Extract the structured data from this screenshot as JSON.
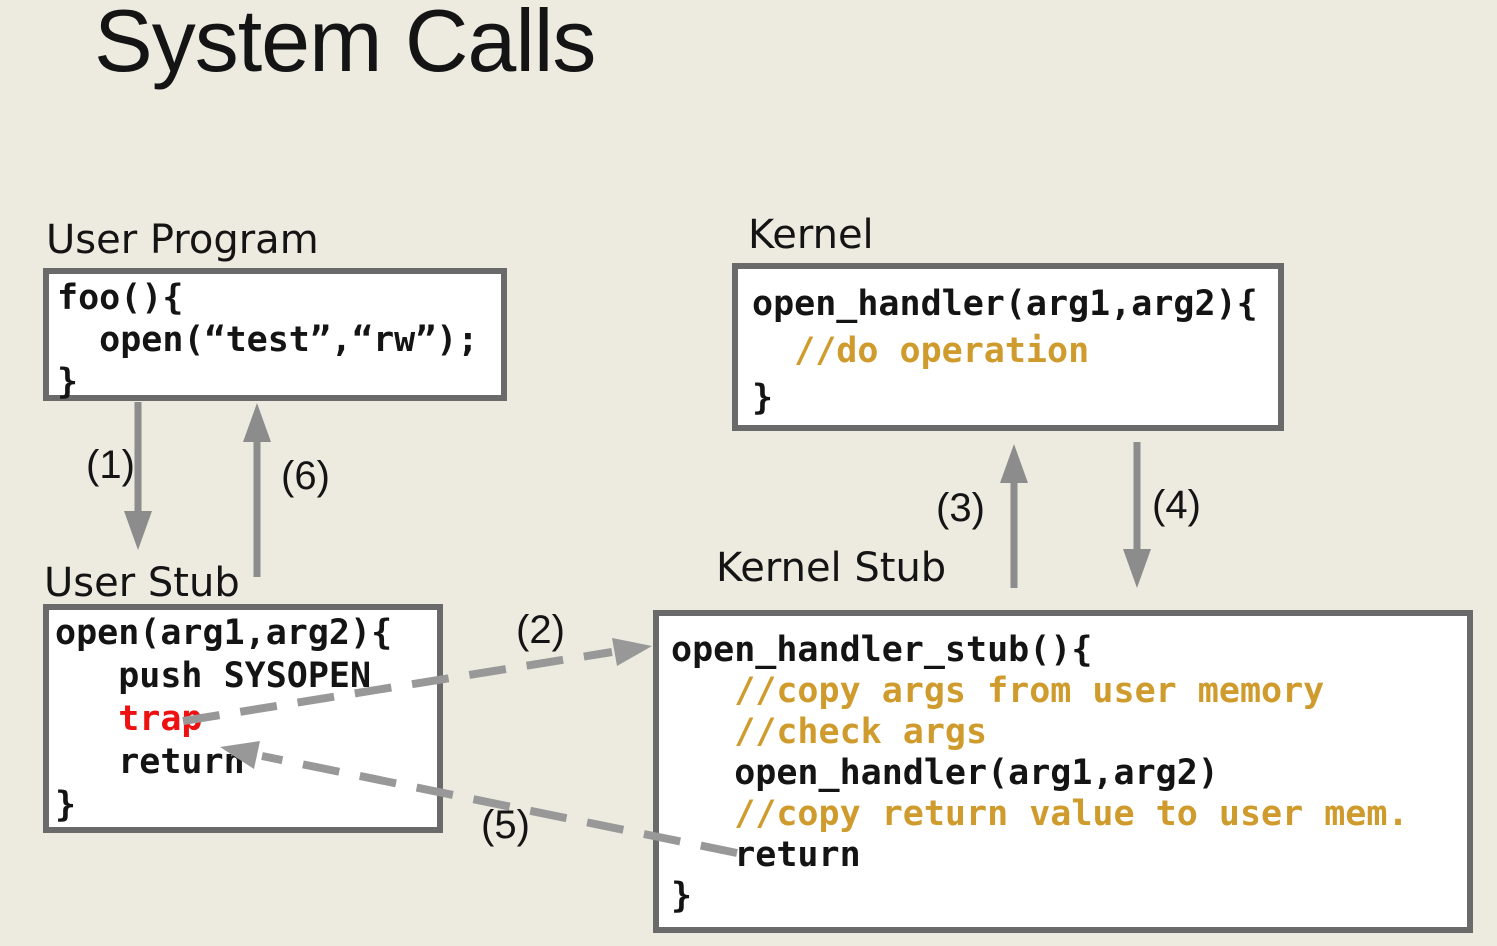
{
  "slide": {
    "title": "System Calls"
  },
  "colors": {
    "background": "#edeae0",
    "box_fill": "#ffffff",
    "box_border": "#6a6a6a",
    "code_text": "#141414",
    "comment_text": "#cf9b2d",
    "trap_text": "#ee1111",
    "label_text": "#141414",
    "arrow_solid": "#8c8c8c",
    "arrow_dashed": "#989898"
  },
  "boxes": {
    "user_program": {
      "label": "User Program",
      "code": [
        "foo(){",
        "  open(“test”,“rw”);",
        "}"
      ]
    },
    "kernel": {
      "label": "Kernel",
      "code": [
        "open_handler(arg1,arg2){",
        "  //do operation",
        "}"
      ]
    },
    "user_stub": {
      "label": "User Stub",
      "code": [
        "open(arg1,arg2){",
        "   push SYSOPEN",
        "   trap",
        "   return",
        "}"
      ]
    },
    "kernel_stub": {
      "label": "Kernel Stub",
      "code": [
        "open_handler_stub(){",
        "   //copy args from user memory",
        "   //check args",
        "   open_handler(arg1,arg2)",
        "   //copy return value to user mem.",
        "   return",
        "}"
      ]
    }
  },
  "arrows": [
    {
      "label": "(1)",
      "style": "solid",
      "from": "user-program",
      "to": "user-stub"
    },
    {
      "label": "(2)",
      "style": "dashed",
      "from": "user-stub-trap",
      "to": "kernel-stub"
    },
    {
      "label": "(3)",
      "style": "solid",
      "from": "kernel-stub",
      "to": "kernel"
    },
    {
      "label": "(4)",
      "style": "solid",
      "from": "kernel",
      "to": "kernel-stub"
    },
    {
      "label": "(5)",
      "style": "dashed",
      "from": "kernel-stub-return",
      "to": "user-stub"
    },
    {
      "label": "(6)",
      "style": "solid",
      "from": "user-stub",
      "to": "user-program"
    }
  ]
}
